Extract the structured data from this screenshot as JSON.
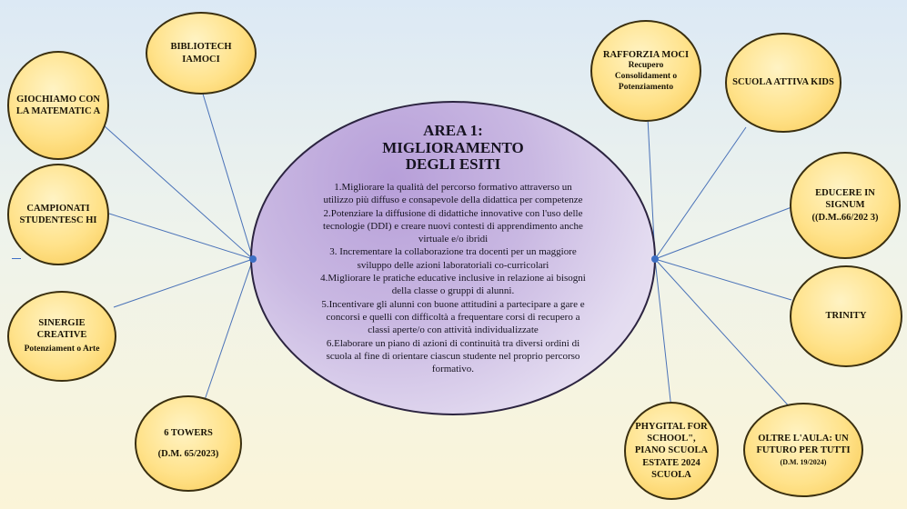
{
  "center": {
    "title_line1": "AREA 1:",
    "title_line2": "MIGLIORAMENTO",
    "title_line3": "DEGLI ESITI",
    "items": [
      "1.Migliorare la qualità del percorso formativo attraverso un utilizzo più diffuso e consapevole della didattica per competenze",
      "2.Potenziare la diffusione di didattiche innovative con l'uso delle tecnologie (DDI) e creare nuovi contesti di apprendimento anche virtuale e/o ibridi",
      "3. Incrementare la collaborazione tra docenti per un maggiore sviluppo delle azioni laboratoriali co-curricolari",
      "4.Migliorare le pratiche educative inclusive in relazione ai bisogni della classe o gruppi di alunni.",
      "5.Incentivare gli alunni con buone attitudini a partecipare a gare e concorsi e quelli con difficoltà a frequentare corsi di recupero a classi aperte/o con attività individualizzate",
      "6.Elaborare un piano di azioni di continuità tra diversi ordini di scuola al fine di orientare ciascun studente nel proprio percorso formativo."
    ]
  },
  "left": {
    "giochiamo": "GIOCHIAMO CON LA MATEMATIC A",
    "biblio": "BIBLIOTECH IAMOCI",
    "campionati": "CAMPIONATI STUDENTESC HI",
    "sinergie_title": "SINERGIE CREATIVE",
    "sinergie_sub": "Potenziament o Arte",
    "towers_title": "6 TOWERS",
    "towers_sub": "(D.M. 65/2023)"
  },
  "right": {
    "rafforzia_title": "RAFFORZIA MOCI",
    "rafforzia_sub1": "Recupero",
    "rafforzia_sub2": "Consolidament o",
    "rafforzia_sub3": "Potenziamento",
    "scuola_attiva": "SCUOLA ATTIVA KIDS",
    "educere": "EDUCERE IN SIGNUM ((D.M..66/202 3)",
    "trinity": "TRINITY",
    "phygital": "PHYGITAL FOR SCHOOL\", PIANO SCUOLA ESTATE 2024 SCUOLA",
    "oltre_title": "OLTRE L'AULA: UN FUTURO PER TUTTI",
    "oltre_sub": "(D.M. 19/2024)"
  },
  "colors": {
    "connector": "#4a72b8",
    "bubble": "#ffe28a",
    "center": "#c9b8e2"
  }
}
